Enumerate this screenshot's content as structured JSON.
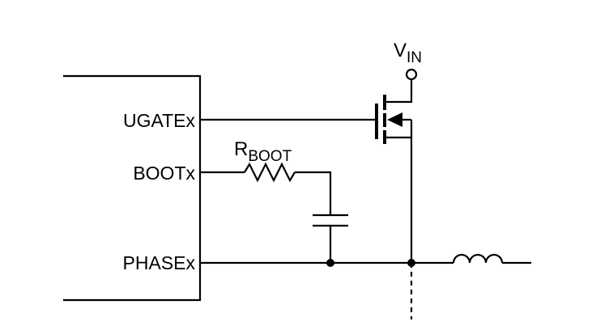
{
  "pins": {
    "ugate": "UGATEx",
    "boot": "BOOTx",
    "phase": "PHASEx"
  },
  "components": {
    "resistor": {
      "label": "R",
      "subscript": "BOOT"
    },
    "supply": {
      "label": "V",
      "subscript": "IN"
    }
  }
}
